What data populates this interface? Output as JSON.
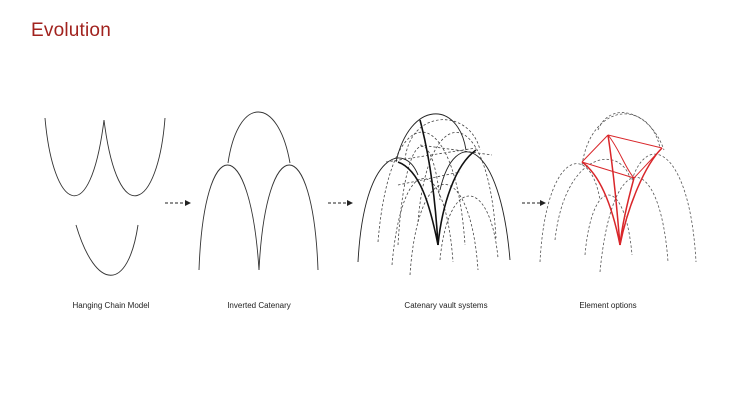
{
  "page": {
    "title": "Evolution",
    "accent_color": "#a1221e",
    "line_color": "#222222",
    "highlight_color": "#d9262a"
  },
  "stages": [
    {
      "caption": "Hanging Chain Model"
    },
    {
      "caption": "Inverted Catenary"
    },
    {
      "caption": "Catenary vault systems"
    },
    {
      "caption": "Element options"
    }
  ],
  "connectors": [
    {
      "icon": "dashed-arrow-right-icon"
    },
    {
      "icon": "dashed-arrow-right-icon"
    },
    {
      "icon": "dashed-arrow-right-icon"
    }
  ]
}
